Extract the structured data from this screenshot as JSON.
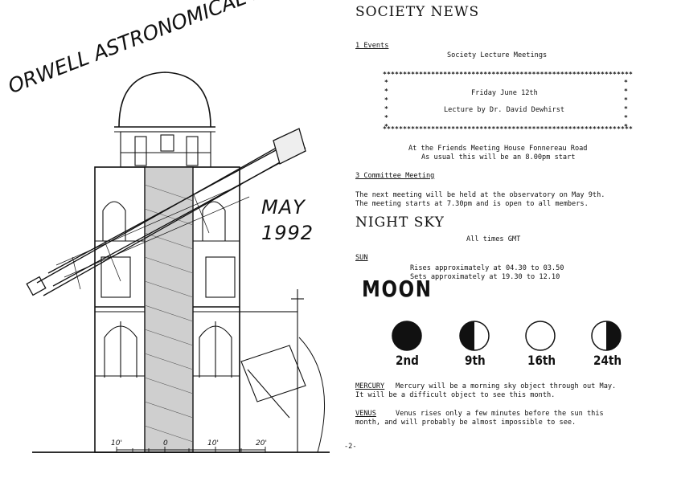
{
  "cover": {
    "title": "ORWELL ASTRONOMICAL SOCIETY IPSWICH",
    "issue_month": "MAY",
    "issue_year": "1992",
    "scale_labels": [
      "10'",
      "0",
      "10'",
      "20'"
    ]
  },
  "news": {
    "heading": "SOCIETY   NEWS",
    "events_label": "1    Events",
    "lectures_title": "Society Lecture Meetings",
    "lecture_date": "Friday June 12th",
    "lecture_speaker": "Lecture by Dr. David Dewhirst",
    "venue_line1": "At the Friends Meeting House Fonnereau Road",
    "venue_line2": "As usual this will be an 8.00pm start",
    "committee_label": "3  Committee Meeting",
    "committee_line1": "The next meeting will be held at the observatory on May 9th.",
    "committee_line2": "The meeting starts at 7.30pm and is open to all members.",
    "night_sky_heading": "NIGHT SKY",
    "times_note": "All  times  GMT",
    "sun_label": "SUN",
    "sun_rises": "Rises approximately  at  04.30 to 03.50",
    "sun_sets": "Sets  approximately  at  19.30 to 12.10",
    "moon_heading": "MOON",
    "moon_phases": [
      {
        "label": "2nd",
        "phase": "new",
        "icon": "new-moon-icon"
      },
      {
        "label": "9th",
        "phase": "first-quarter",
        "icon": "first-quarter-moon-icon"
      },
      {
        "label": "16th",
        "phase": "full",
        "icon": "full-moon-icon"
      },
      {
        "label": "24th",
        "phase": "last-quarter",
        "icon": "last-quarter-moon-icon"
      }
    ],
    "mercury_label": "MERCURY",
    "mercury_text": "Mercury will be a  morning  sky object through out May.",
    "mercury_text2": "It  will be a difficult object to see this month.",
    "venus_label": "VENUS",
    "venus_text": "Venus  rises only  a  few  minutes  before the sun this",
    "venus_text2": "month, and will probably be almost impossible to see.",
    "page_number": "-2-"
  },
  "colors": {
    "ink": "#111111",
    "paper": "#ffffff"
  }
}
